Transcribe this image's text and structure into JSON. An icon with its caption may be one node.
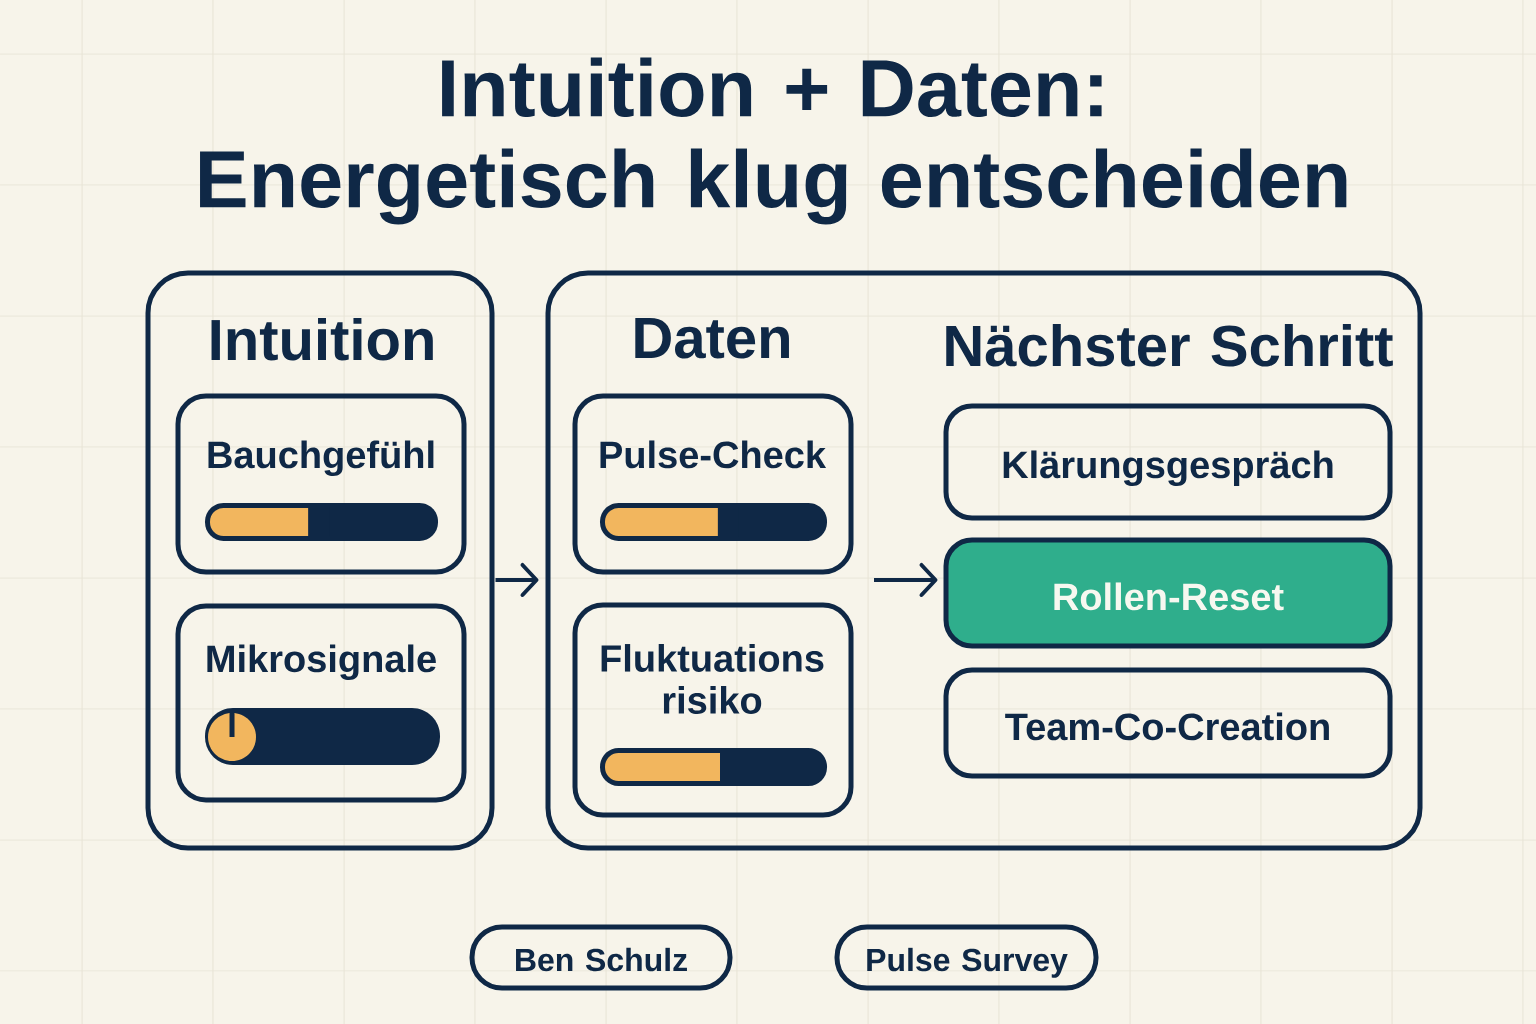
{
  "diagram": {
    "title": "Intuition + Daten: Energetisch klug entscheiden",
    "nodes": [
      {
        "text": [
          "Intuition"
        ]
      },
      {
        "text": [
          "Bauchgefühl"
        ],
        "in": 0
      },
      {
        "text": [
          "Mikrosignale"
        ],
        "in": 0
      },
      {
        "text": [
          "Daten",
          "Nächster Schritt"
        ]
      },
      {
        "text": [
          "Pulse-Check"
        ],
        "in": 3
      },
      {
        "text": [
          "Fluktuations risiko"
        ],
        "in": 3
      },
      {
        "text": [
          "Klärungsgespräch"
        ],
        "in": 3
      },
      {
        "text": [
          "Rollen-Reset"
        ],
        "in": 3
      },
      {
        "text": [
          "Team-Co-Creation"
        ],
        "in": 3
      },
      {
        "text": [
          "Ben Schulz"
        ]
      },
      {
        "text": [
          "Pulse Survey"
        ]
      }
    ],
    "edges": [
      {
        "from": 0,
        "to": 3,
        "arrow": "to"
      },
      {
        "from": null,
        "to": 7,
        "arrow": "to"
      }
    ]
  }
}
